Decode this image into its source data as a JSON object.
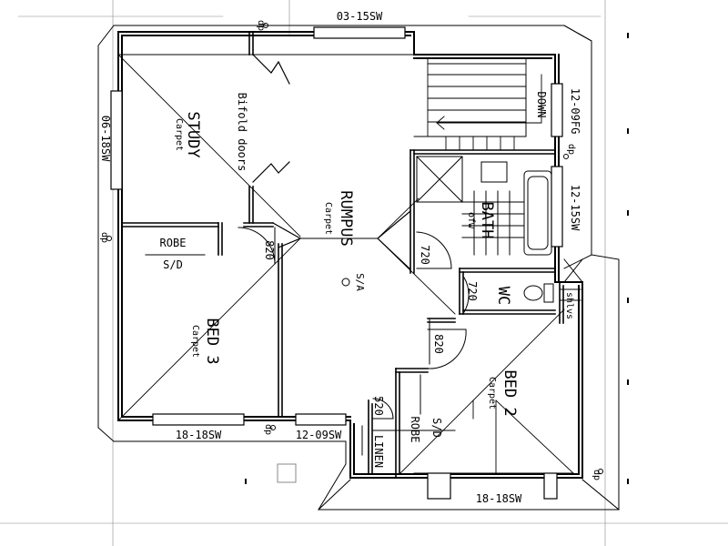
{
  "rooms": {
    "study": {
      "name": "STUDY",
      "finish": "Carpet"
    },
    "rumpus": {
      "name": "RUMPUS",
      "finish": "Carpet"
    },
    "bath": {
      "name": "BATH",
      "finish": "ofw"
    },
    "wc": {
      "name": "WC"
    },
    "bed3": {
      "name": "BED 3",
      "finish": "Carpet"
    },
    "bed2": {
      "name": "BED 2",
      "finish": "Carpet"
    },
    "linen": {
      "name": "LINEN"
    }
  },
  "fixtures": {
    "bifold_doors": "Bifold doors",
    "down": "DOWN",
    "robe_bed3": "ROBE",
    "sd_bed3": "S/D",
    "robe_bed2": "ROBE",
    "sd_bed2": "S/D",
    "shlvs": "shlvs",
    "sa": "S/A"
  },
  "windows": {
    "top": "03-15SW",
    "study_left": "06-18SW",
    "stair_right": "12-09FG",
    "bath_right": "12-15SW",
    "bed3_bottom": "18-18SW",
    "rumpus_bottom": "12-09SW",
    "bed2_bottom": "18-18SW"
  },
  "doors": {
    "bed3": "820",
    "bath": "720",
    "wc": "720",
    "bed2": "820",
    "linen": "520"
  },
  "downpipe": "dp"
}
